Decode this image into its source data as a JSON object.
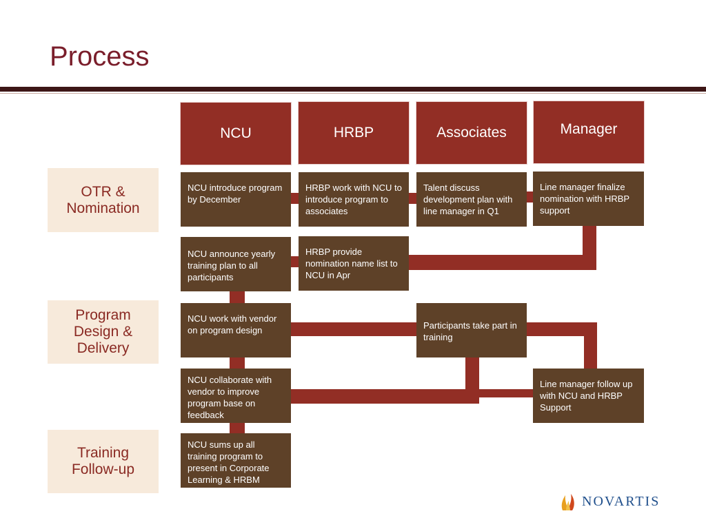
{
  "page": {
    "title": "Process"
  },
  "columns": [
    "NCU",
    "HRBP",
    "Associates",
    "Manager"
  ],
  "lanes": [
    "OTR & Nomination",
    "Program Design & Delivery",
    "Training Follow-up"
  ],
  "steps": {
    "ncu_introduce": "NCU introduce program by December",
    "hrbp_work": "HRBP work with NCU to introduce program to associates",
    "talent_discuss": "Talent discuss development plan with line manager in Q1",
    "manager_finalize": "Line manager finalize nomination with HRBP support",
    "ncu_announce": "NCU announce yearly training plan to all participants",
    "hrbp_provide": "HRBP provide nomination name list to NCU in Apr",
    "ncu_vendor": "NCU work with vendor on program design",
    "participants_training": "Participants take part in training",
    "ncu_collaborate": "NCU collaborate with vendor to improve program base on feedback",
    "manager_followup": "Line manager follow up with NCU and HRBP Support",
    "ncu_sums": "NCU sums up all training program to present in Corporate Learning & HRBM"
  },
  "logo": {
    "text": "NOVARTIS",
    "icon": "novartis-flame-icon",
    "colors": [
      "#e8a020",
      "#d0481c"
    ]
  },
  "colors": {
    "title": "#7a1e2b",
    "rule": "#3d1616",
    "header_fill": "#922e25",
    "step_fill": "#5e4128",
    "connector": "#922e25",
    "lane_fill": "#f7eadb",
    "lane_text": "#8a2a23",
    "logo_text": "#1f4f8c"
  }
}
